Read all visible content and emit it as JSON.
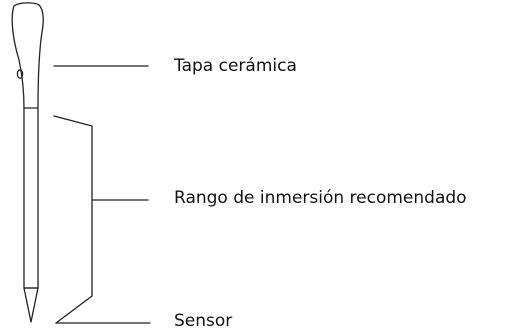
{
  "labels": {
    "cap": "Tapa cerámica",
    "immersion_range": "Rango de inmersión recomendado",
    "sensor": "Sensor"
  },
  "colors": {
    "stroke": "#222222",
    "background": "#ffffff",
    "text": "#111111"
  }
}
